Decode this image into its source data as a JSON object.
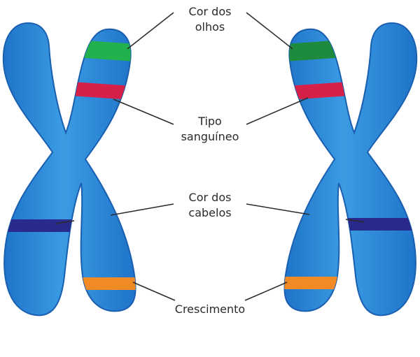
{
  "labels": {
    "eye_color": {
      "line1": "Cor dos",
      "line2": "olhos"
    },
    "blood_type": {
      "line1": "Tipo",
      "line2": "sanguíneo"
    },
    "hair_color": {
      "line1": "Cor dos",
      "line2": "cabelos"
    },
    "growth": {
      "line1": "Crescimento"
    }
  },
  "colors": {
    "chromosome_fill": "#2a8bd8",
    "chromosome_edge": "#1a5fb0",
    "chromosome_highlight": "#5cb3ee",
    "band_eye_left": "#22b14c",
    "band_eye_right": "#1d8a3e",
    "band_blood": "#d6204a",
    "band_hair": "#2a2a8c",
    "band_growth": "#f08a24",
    "leader_line": "#2b2b2b"
  }
}
